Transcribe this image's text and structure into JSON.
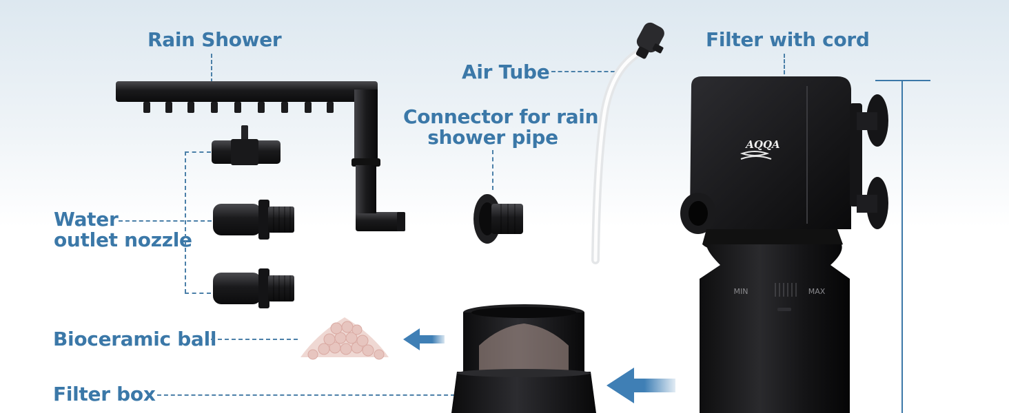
{
  "labels": {
    "rain_shower": "Rain Shower",
    "air_tube": "Air Tube",
    "filter_with_cord": "Filter with cord",
    "connector_line1": "Connector for rain",
    "connector_line2": "shower pipe",
    "water_line1": "Water",
    "water_line2": "outlet nozzle",
    "bioceramic": "Bioceramic ball",
    "filter_box": "Filter box"
  },
  "device": {
    "logo_text": "AQQA",
    "dial_min": "MIN",
    "dial_max": "MAX"
  },
  "colors": {
    "label": "#3b78a8",
    "leader_line": "#4a7fa8",
    "arrow": "#3f7fb5",
    "part": "#1c1c1e"
  }
}
